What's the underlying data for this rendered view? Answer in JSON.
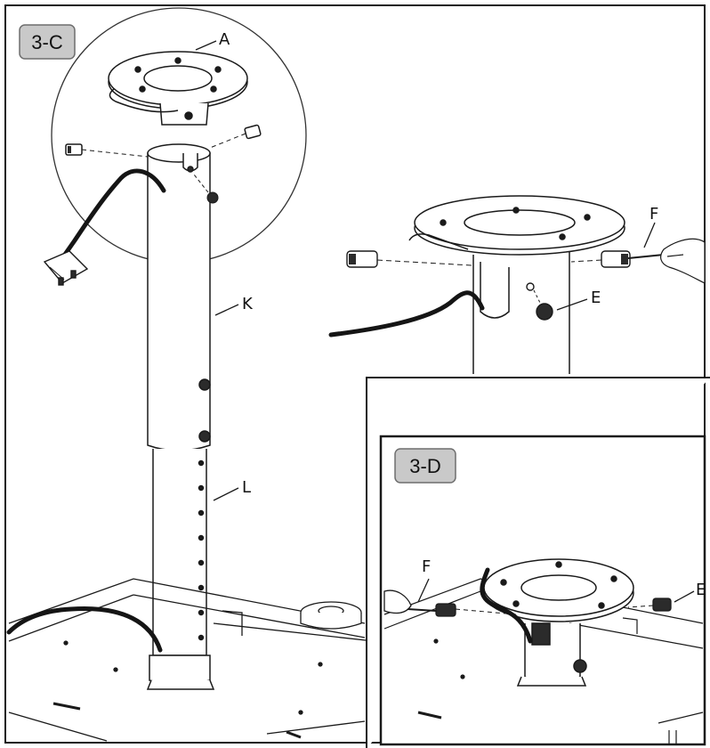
{
  "steps": {
    "step_c": "3-C",
    "step_d": "3-D"
  },
  "labels": {
    "A": "A",
    "K": "K",
    "L": "L",
    "E_upper": "E",
    "F_upper": "F",
    "F_lower": "F",
    "E_lower": "E"
  },
  "colors": {
    "line": "#1a1a1a",
    "step_box_fill": "#c9c9c9",
    "step_box_stroke": "#6e6e6e",
    "cable": "#151515",
    "hardware": "#2b2b2b"
  }
}
